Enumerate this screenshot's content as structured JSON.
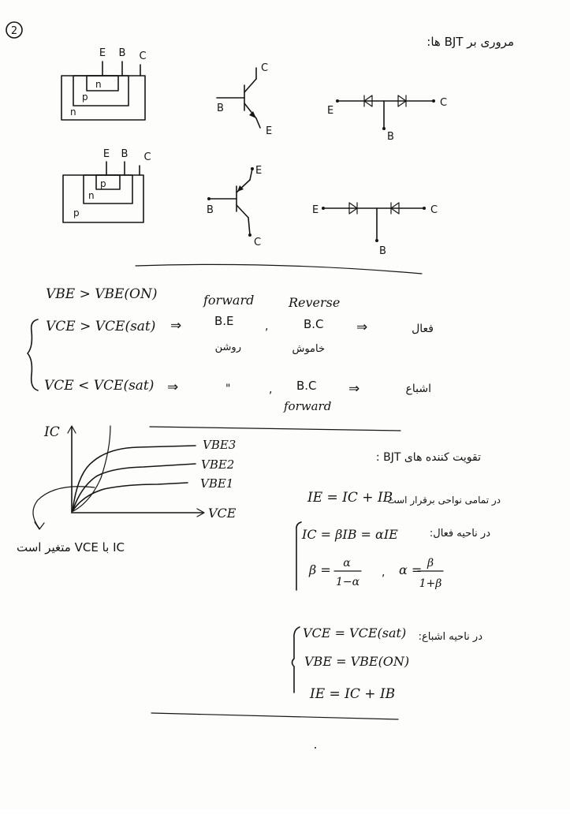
{
  "page": {
    "number": "2",
    "title_rtl": "مروری بر BJT ها:"
  },
  "structures": {
    "npn": {
      "pins": [
        "E",
        "B",
        "C"
      ],
      "layers": [
        "n",
        "p",
        "n"
      ]
    },
    "pnp": {
      "pins": [
        "E",
        "B",
        "C"
      ],
      "layers": [
        "p",
        "n",
        "p"
      ]
    }
  },
  "symbols": {
    "npn": {
      "B": "B",
      "C": "C",
      "E": "E"
    },
    "pnp": {
      "B": "B",
      "C": "C",
      "E": "E"
    }
  },
  "diode_models": {
    "npn": {
      "left": "E",
      "right": "C",
      "bottom": "B"
    },
    "pnp": {
      "left": "E",
      "right": "C",
      "bottom": "B"
    }
  },
  "regions": {
    "row0": {
      "cond": "VBE > VBE(ON)",
      "col1": "forward",
      "col2": "Reverse"
    },
    "row1": {
      "cond": "VCE > VCE(sat)",
      "arrow": "⇒",
      "be": "B.E",
      "sep": ",",
      "bc": "B.C",
      "arrow2": "⇒",
      "region_rtl": "فعال",
      "be_sub_rtl": "روشن",
      "bc_sub_rtl": "خاموش"
    },
    "row2": {
      "cond": "VCE < VCE(sat)",
      "arrow": "⇒",
      "ditto": "\"",
      "sep": ",",
      "bc": "B.C",
      "bc_sub": "forward",
      "arrow2": "⇒",
      "region_rtl": "اشباع"
    }
  },
  "graph": {
    "y_axis": "IC",
    "x_axis": "VCE",
    "curves": [
      "VBE3",
      "VBE2",
      "VBE1"
    ],
    "note_rtl": "IC با VCE متغیر است"
  },
  "amplifier": {
    "heading_rtl": "تقویت کننده های BJT :",
    "kcl_rtl": "در تمامی نواحی برقرار است",
    "kcl": "IE = IC + IB",
    "active_rtl": "در ناحیه فعال:",
    "active_eq": "IC = βIB = αIE",
    "beta_eq": {
      "lhs": "β =",
      "num": "α",
      "den": "1−α"
    },
    "alpha_eq": {
      "lhs": "α =",
      "num": "β",
      "den": "1+β"
    },
    "sep": ","
  },
  "saturation": {
    "heading_rtl": "در ناحیه اشباع:",
    "eqs": [
      "VCE = VCE(sat)",
      "VBE = VBE(ON)",
      "IE = IC + IB"
    ]
  }
}
